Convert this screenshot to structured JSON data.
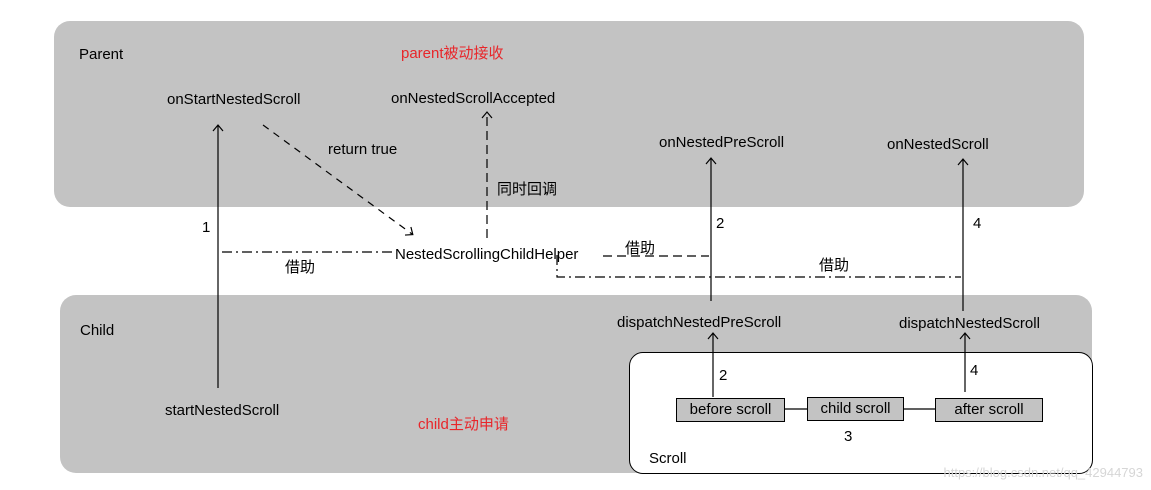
{
  "parent": {
    "title": "Parent",
    "passive_note": "parent被动接收",
    "on_start_nested_scroll": "onStartNestedScroll",
    "on_nested_scroll_accepted": "onNestedScrollAccepted",
    "on_nested_pre_scroll": "onNestedPreScroll",
    "on_nested_scroll": "onNestedScroll",
    "return_true": "return true",
    "simultaneous_callback": "同时回调"
  },
  "helper": {
    "name": "NestedScrollingChildHelper",
    "borrow_left": "借助",
    "borrow_mid": "借助",
    "borrow_right": "借助"
  },
  "steps": {
    "step1": "1",
    "step2_upper": "2",
    "step4_upper": "4",
    "step2_lower": "2",
    "step4_lower": "4",
    "step3": "3"
  },
  "child": {
    "title": "Child",
    "active_note": "child主动申请",
    "start_nested_scroll": "startNestedScroll",
    "dispatch_nested_pre_scroll": "dispatchNestedPreScroll",
    "dispatch_nested_scroll": "dispatchNestedScroll"
  },
  "scroll": {
    "title": "Scroll",
    "before_scroll": "before scroll",
    "child_scroll": "child scroll",
    "after_scroll": "after scroll"
  },
  "watermark": "https://blog.csdn.net/qq_42944793",
  "colors": {
    "panel": "#c3c3c3",
    "note_red": "#e8262a",
    "line": "#000000"
  }
}
